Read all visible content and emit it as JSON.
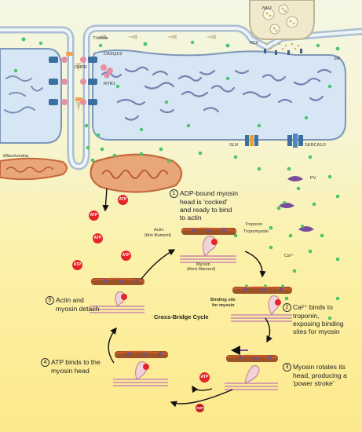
{
  "labels": {
    "nmj": "NMJ",
    "ach": "ACh",
    "ttubule": "T-tubule",
    "sr": "SR",
    "dhpr": "DHPR",
    "casq": "CASQ1/2",
    "ryr": "RYR1",
    "mitochondria": "Mitochondria",
    "sln": "SLN",
    "serca": "SERCA1/2",
    "pv": "PV",
    "ca": "Ca²⁺",
    "atp": "ATP",
    "adp": "ADP",
    "actin": "Actin",
    "actin_sub": "(thin filament)",
    "troponin": "Troponin",
    "tropomyosin": "Tropomyosin",
    "myosin": "Myosin",
    "myosin_sub": "(thick filament)",
    "binding_site": "Binding site",
    "binding_site_sub": "for myosin",
    "cycle_title": "Cross-Bridge Cycle"
  },
  "steps": [
    {
      "num": "1",
      "lines": [
        "ADP-bound myosin",
        "head is 'cocked'",
        "and ready to bind",
        "to actin"
      ]
    },
    {
      "num": "2",
      "lines": [
        "Ca²⁺ binds to",
        "troponin,",
        "exposing binding",
        "sites for myosin"
      ]
    },
    {
      "num": "3",
      "lines": [
        "Myosin rotates its",
        "head, producing a",
        "'power stroke'"
      ]
    },
    {
      "num": "4",
      "lines": [
        "ATP binds to the",
        "myosin head"
      ]
    },
    {
      "num": "5",
      "lines": [
        "Actin and",
        "myosin detach"
      ]
    }
  ],
  "colors": {
    "sr_fill": "#d7e6f5",
    "sr_stroke": "#7c97b8",
    "membrane": "#9fb6cd",
    "calcium": "#4cc46b",
    "atp": "#e4252b",
    "mito": "#d27b4d",
    "actin": "#8e4a1f",
    "tropomyosin": "#cf5a2a",
    "troponin": "#6b4fa0",
    "myosin": "#c98b9b",
    "pv": "#7a4d9c"
  }
}
